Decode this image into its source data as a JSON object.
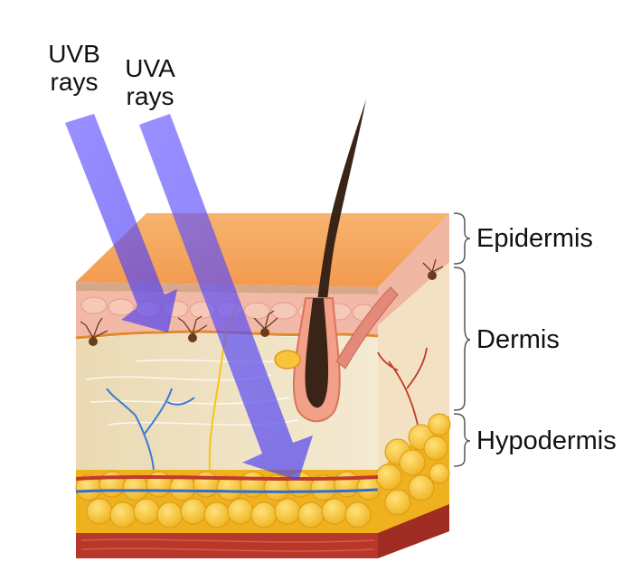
{
  "rays": {
    "uvb": {
      "line1": "UVB",
      "line2": "rays"
    },
    "uva": {
      "line1": "UVA",
      "line2": "rays"
    }
  },
  "layers": {
    "epidermis": "Epidermis",
    "dermis": "Dermis",
    "hypodermis": "Hypodermis"
  },
  "colors": {
    "epidermis_top": "#f5a25b",
    "dermis": "#f2e6c8",
    "pink_layer": "#f2b9a8",
    "fat": "#f7c43a",
    "muscle": "#b8372b",
    "hair": "#3a2418",
    "ray": "#5b4bff"
  }
}
